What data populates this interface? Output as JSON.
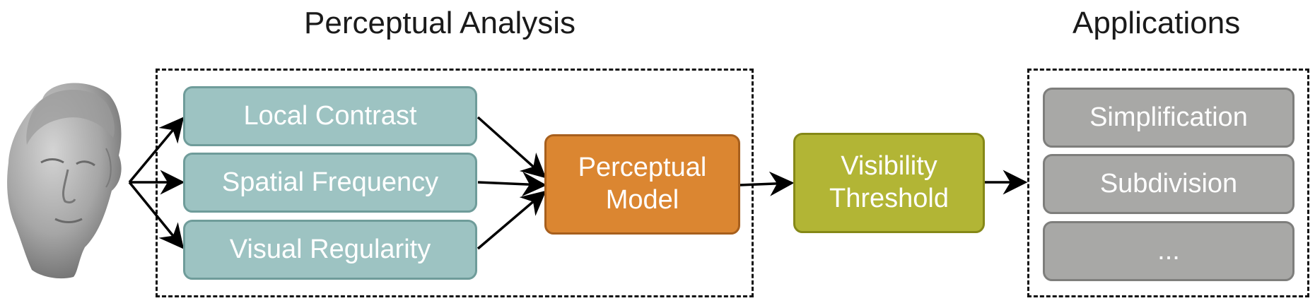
{
  "titles": {
    "analysis": "Perceptual Analysis",
    "applications": "Applications"
  },
  "features": [
    "Local Contrast",
    "Spatial Frequency",
    "Visual Regularity"
  ],
  "model": [
    "Perceptual",
    "Model"
  ],
  "threshold": [
    "Visibility",
    "Threshold"
  ],
  "applications": [
    "Simplification",
    "Subdivision",
    "..."
  ],
  "colors": {
    "feature_box": "#9dc3c2",
    "model_box": "#db8631",
    "threshold_box": "#b2b535",
    "application_box": "#a8a8a6"
  },
  "icons": {
    "input": "3d-head-mesh-icon"
  }
}
